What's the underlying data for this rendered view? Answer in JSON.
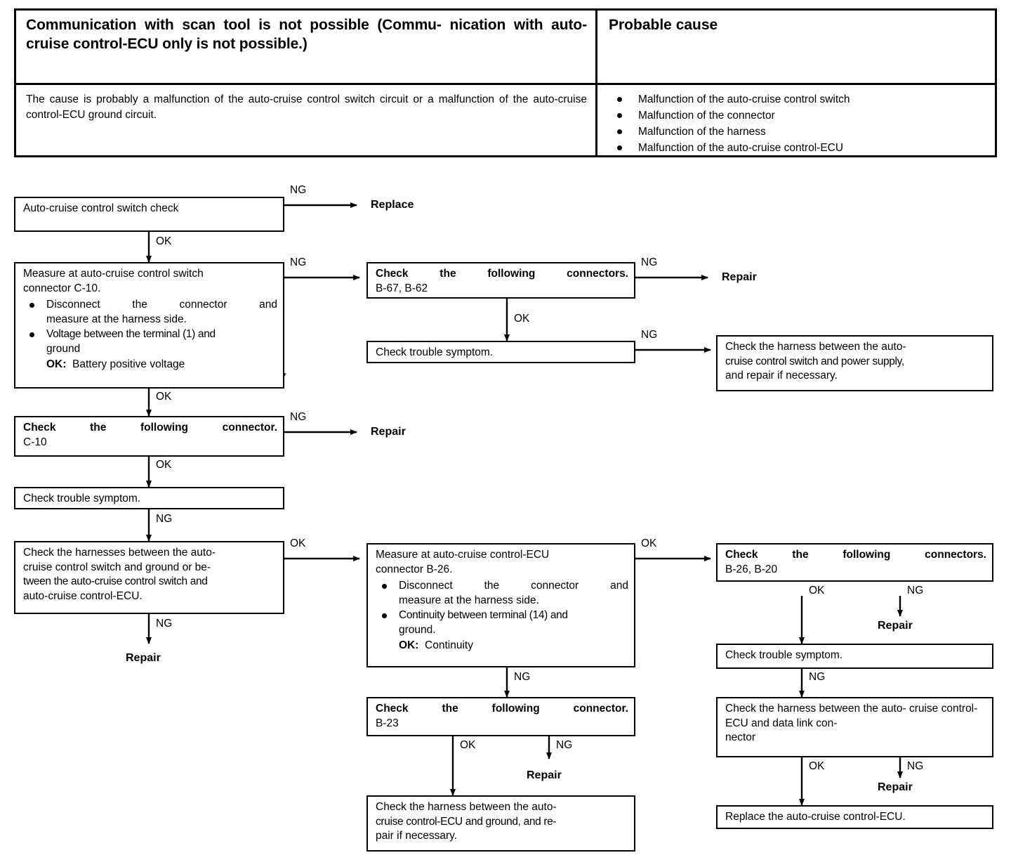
{
  "table": {
    "symptom_header": "Communication with scan tool is not possible (Communication with auto-cruise control-ECU only is not possible.)",
    "symptom_line1": "Communication with scan tool is not possible (Commu-",
    "symptom_line2": "nication with auto-cruise control-ECU only is not",
    "symptom_line3": "possible.)",
    "cause_header": "Probable cause",
    "symptom_desc": "The cause is probably a malfunction of the auto-cruise control switch circuit or a malfunction of the auto-cruise control-ECU ground circuit.",
    "causes": [
      "Malfunction of the auto-cruise control switch",
      "Malfunction of the connector",
      "Malfunction of the harness",
      "Malfunction of the auto-cruise control-ECU"
    ]
  },
  "labels": {
    "ok": "OK",
    "ng": "NG"
  },
  "flow": {
    "b1": {
      "text": "Auto-cruise control switch check"
    },
    "t1": {
      "text": "Replace"
    },
    "b2": {
      "line1": "Measure at auto-cruise control switch",
      "line2": "connector C-10.",
      "bullet1": "Disconnect the connector and measure at the harness side.",
      "bullet1a": "Disconnect the connector and",
      "bullet1b": "measure at the harness side.",
      "bullet2a": "Voltage between the terminal (1) and",
      "bullet2b": "ground",
      "ok_label": "OK:",
      "ok_value": "Battery positive voltage"
    },
    "b3": {
      "title": "Check the following connectors.",
      "list": "B-67, B-62"
    },
    "t2": {
      "text": "Repair"
    },
    "b4": {
      "text": "Check trouble symptom."
    },
    "b5": {
      "line1": "Check the harness between the auto-",
      "line2": "cruise control switch and power supply,",
      "line3": "and repair if necessary."
    },
    "b6": {
      "title": "Check the following connector.",
      "list": "C-10"
    },
    "t3": {
      "text": "Repair"
    },
    "b7": {
      "text": "Check trouble symptom."
    },
    "b8": {
      "line1": "Check the harnesses between the auto-",
      "line2": "cruise control switch and ground or be-",
      "line3": "tween the auto-cruise control switch and",
      "line4": "auto-cruise control-ECU."
    },
    "t4": {
      "text": "Repair"
    },
    "b9": {
      "line1": "Measure at auto-cruise control-ECU",
      "line2": "connector B-26.",
      "bullet1a": "Disconnect the connector and",
      "bullet1b": "measure at the harness side.",
      "bullet2a": "Continuity between terminal (14) and",
      "bullet2b": "ground.",
      "ok_label": "OK:",
      "ok_value": "Continuity"
    },
    "b10": {
      "title": "Check the following connectors.",
      "list": "B-26, B-20"
    },
    "t5": {
      "text": "Repair"
    },
    "b11": {
      "text": "Check trouble symptom."
    },
    "b12": {
      "line1": "Check the harness between the auto-",
      "line2": "cruise control-ECU and data link con-",
      "line3": "nector"
    },
    "t6": {
      "text": "Repair"
    },
    "b13": {
      "title": "Check the following connector.",
      "list": "B-23"
    },
    "t7": {
      "text": "Repair"
    },
    "b14": {
      "line1": "Check the harness between the auto-",
      "line2": "cruise control-ECU and ground, and re-",
      "line3": "pair if necessary."
    },
    "b15": {
      "text": "Replace the auto-cruise control-ECU."
    }
  }
}
